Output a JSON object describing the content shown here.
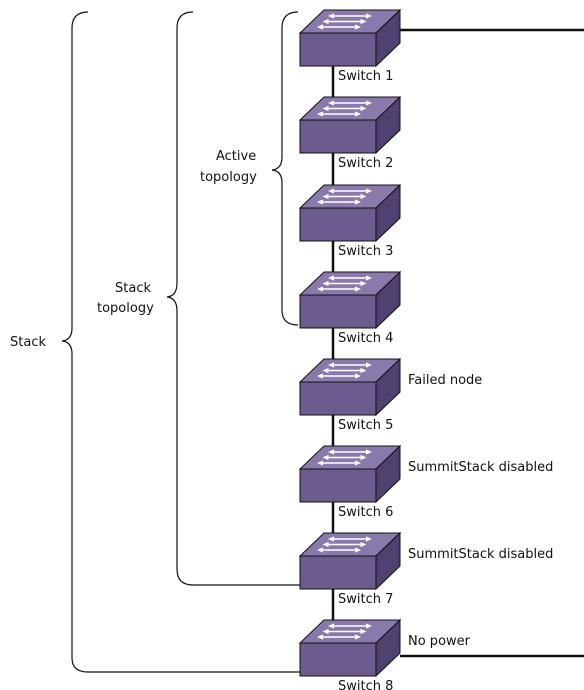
{
  "colors": {
    "switch_front": "#6c5b8d",
    "switch_top": "#8a7aab",
    "switch_side": "#4f4170",
    "stroke": "#111111"
  },
  "brackets": {
    "stack": "Stack",
    "stack_topology": [
      "Stack",
      "topology"
    ],
    "active_topology": [
      "Active",
      "topology"
    ]
  },
  "switches": [
    {
      "label": "Switch 1",
      "note": ""
    },
    {
      "label": "Switch 2",
      "note": ""
    },
    {
      "label": "Switch 3",
      "note": ""
    },
    {
      "label": "Switch 4",
      "note": ""
    },
    {
      "label": "Switch 5",
      "note": "Failed node"
    },
    {
      "label": "Switch 6",
      "note": "SummitStack disabled"
    },
    {
      "label": "Switch 7",
      "note": "SummitStack disabled"
    },
    {
      "label": "Switch 8",
      "note": "No power"
    }
  ],
  "icons": {
    "switch": "network-switch-icon",
    "arrows": "bidirectional-arrows-icon"
  }
}
